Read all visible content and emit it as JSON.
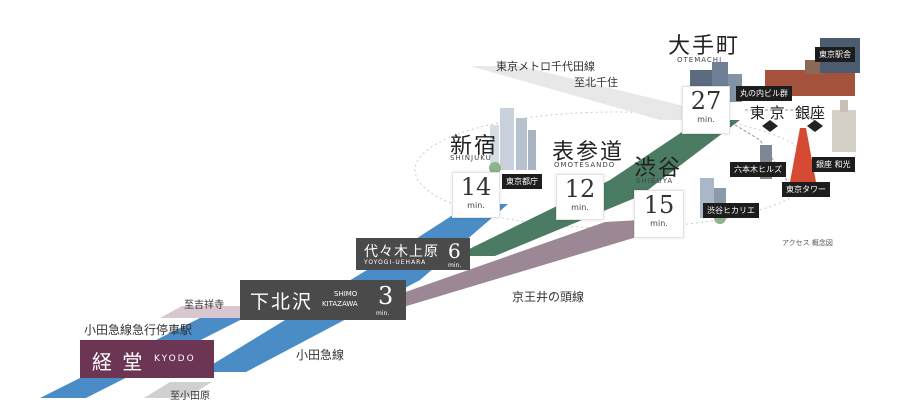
{
  "lines": {
    "tokyo_metro_line": "東京メトロ千代田線",
    "to_kitasenju": "至北千住",
    "keio_inokashira": "京王井の頭線",
    "odakyu_line": "小田急線",
    "to_kichijoji": "至吉祥寺",
    "to_odawara": "至小田原",
    "express_stop": "小田急線急行停車駅",
    "colors": {
      "odakyu": "#3f86c3",
      "chiyoda": "#4b7b62",
      "inokashira": "#9c8895",
      "kyodo": "#6b3553"
    }
  },
  "stations": {
    "kyodo": {
      "kanji": "経 堂",
      "roman": "KYODO"
    },
    "shimokitazawa": {
      "kanji": "下北沢",
      "roman_1": "SHIMO",
      "roman_2": "KITAZAWA",
      "minutes": "3",
      "unit": "min."
    },
    "yoyogi_uehara": {
      "kanji": "代々木上原",
      "roman": "YOYOGI-UEHARA",
      "minutes": "6",
      "unit": "min."
    },
    "shinjuku": {
      "kanji": "新宿",
      "roman": "SHINJUKU",
      "minutes": "14",
      "unit": "min."
    },
    "omotesando": {
      "kanji": "表参道",
      "roman": "OMOTESANDO",
      "minutes": "12",
      "unit": "min."
    },
    "shibuya": {
      "kanji": "渋谷",
      "roman": "SHIBUYA",
      "minutes": "15",
      "unit": "min."
    },
    "otemachi": {
      "kanji": "大手町",
      "roman": "OTEMACHI",
      "minutes": "27",
      "unit": "min."
    },
    "tokyo": {
      "kanji": "東 京"
    },
    "ginza": {
      "kanji": "銀座"
    }
  },
  "landmarks": {
    "tocho": "東京都庁",
    "tokyo_station": "東京駅舎",
    "marunouchi": "丸の内ビル群",
    "roppongi_hills": "六本木ヒルズ",
    "tokyo_tower": "東京タワー",
    "ginza_wako": "銀座 和光",
    "shibuya_hikarie": "渋谷ヒカリエ"
  },
  "note": "アクセス 概念図"
}
